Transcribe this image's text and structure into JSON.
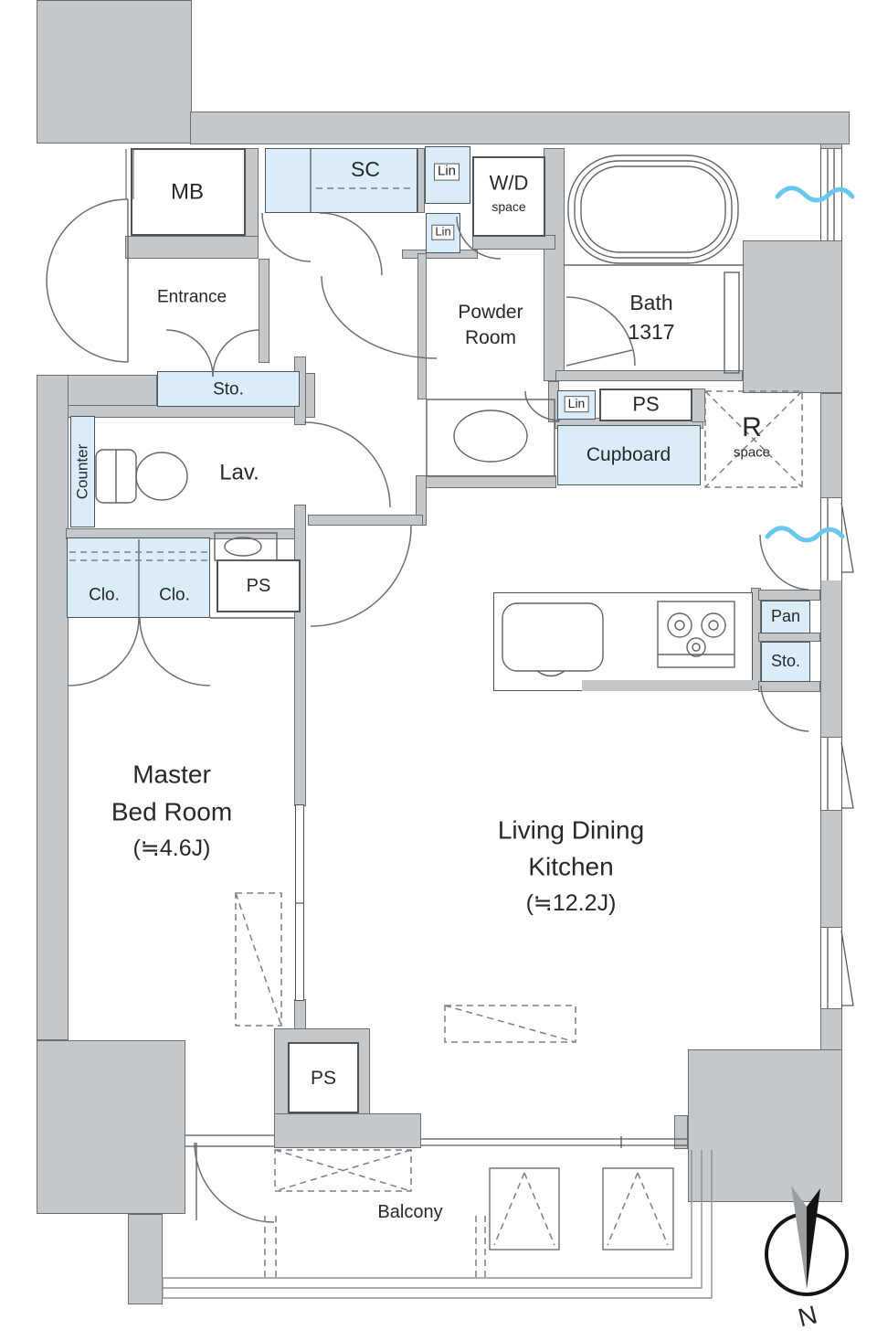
{
  "title": "apartment-floor-plan",
  "colors": {
    "wall_fill": "#c5c8cb",
    "wall_outline": "#6b7075",
    "fixture_fill": "#d9ecf7",
    "line": "#5f6467",
    "window_wave": "#69c6ec",
    "compass_black": "#141414",
    "compass_gray": "#9a9ea1"
  },
  "labels": {
    "mb": "MB",
    "sc": "SC",
    "lin_top": "Lin",
    "lin_top2": "Lin",
    "wd_line1": "W/D",
    "wd_line2": "space",
    "powder_line1": "Powder",
    "powder_line2": "Room",
    "bath_line1": "Bath",
    "bath_line2": "1317",
    "entrance": "Entrance",
    "sto_entrance": "Sto.",
    "counter": "Counter",
    "lav": "Lav.",
    "lin_mid": "Lin",
    "ps_top": "PS",
    "cupboard": "Cupboard",
    "r_space_line1": "R",
    "r_space_line2": "space",
    "clo_left": "Clo.",
    "clo_right": "Clo.",
    "ps_mid": "PS",
    "pan": "Pan",
    "sto_right": "Sto.",
    "master_line1": "Master",
    "master_line2": "Bed Room",
    "master_line3": "(≒4.6J)",
    "ldk_line1": "Living Dining",
    "ldk_line2": "Kitchen",
    "ldk_line3": "(≒12.2J)",
    "ps_bottom": "PS",
    "balcony": "Balcony",
    "compass_n": "N"
  }
}
